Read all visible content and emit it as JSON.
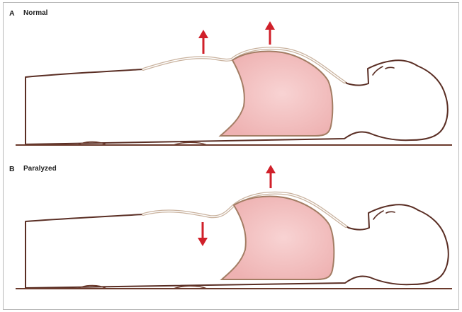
{
  "panels": [
    {
      "letter": "A",
      "title": "Normal"
    },
    {
      "letter": "B",
      "title": "Paralyzed"
    }
  ],
  "colors": {
    "outline": "#5a2e24",
    "body_fill": "#ffffff",
    "diaphragm_fill": "#f4c3c3",
    "diaphragm_edge": "#a37d64",
    "arrow": "#d0202a",
    "table_line": "#6b3a2c",
    "frame": "#b9b9b9"
  },
  "icons": [
    "arrow-up-icon",
    "arrow-down-icon"
  ]
}
